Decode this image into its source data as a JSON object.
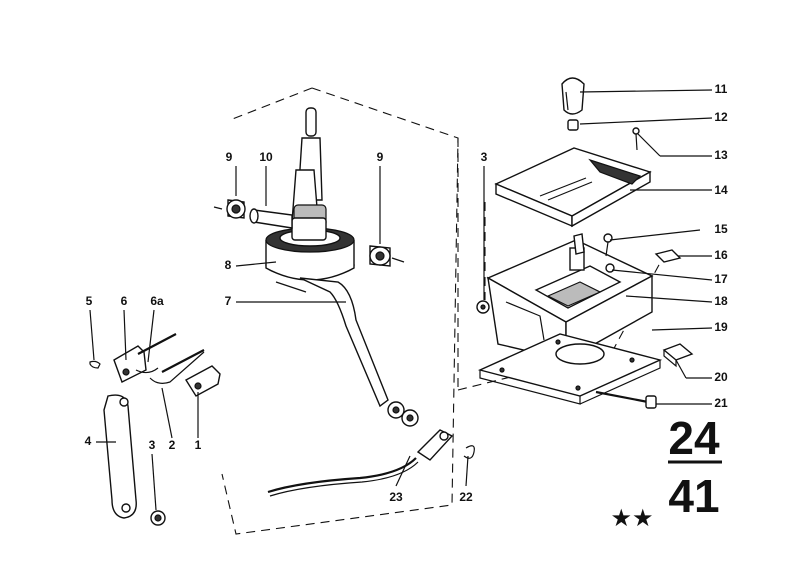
{
  "callouts": [
    {
      "id": "1",
      "text": "1"
    },
    {
      "id": "2",
      "text": "2"
    },
    {
      "id": "3a",
      "text": "3"
    },
    {
      "id": "3b",
      "text": "3"
    },
    {
      "id": "4",
      "text": "4"
    },
    {
      "id": "5",
      "text": "5"
    },
    {
      "id": "6",
      "text": "6"
    },
    {
      "id": "6a",
      "text": "6a"
    },
    {
      "id": "7",
      "text": "7"
    },
    {
      "id": "8",
      "text": "8"
    },
    {
      "id": "9a",
      "text": "9"
    },
    {
      "id": "9b",
      "text": "9"
    },
    {
      "id": "10",
      "text": "10"
    },
    {
      "id": "11",
      "text": "11"
    },
    {
      "id": "12",
      "text": "12"
    },
    {
      "id": "13",
      "text": "13"
    },
    {
      "id": "14",
      "text": "14"
    },
    {
      "id": "15",
      "text": "15"
    },
    {
      "id": "16",
      "text": "16"
    },
    {
      "id": "17",
      "text": "17"
    },
    {
      "id": "18",
      "text": "18"
    },
    {
      "id": "19",
      "text": "19"
    },
    {
      "id": "20",
      "text": "20"
    },
    {
      "id": "21",
      "text": "21"
    },
    {
      "id": "22",
      "text": "22"
    },
    {
      "id": "23",
      "text": "23"
    }
  ],
  "section": {
    "group": "24",
    "sub": "41",
    "stars": "★★"
  }
}
